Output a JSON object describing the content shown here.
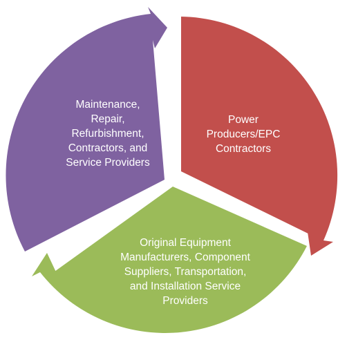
{
  "diagram": {
    "type": "cycle",
    "segments": [
      {
        "id": "purple",
        "color": "#7f62a0",
        "label": "Maintenance,\nRepair,\nRefurbishment,\nContractors, and\nService Providers"
      },
      {
        "id": "red",
        "color": "#c24f4c",
        "label": "Power\nProducers/EPC\nContractors"
      },
      {
        "id": "green",
        "color": "#9bbb59",
        "label": "Original Equipment\nManufacturers, Component\nSuppliers, Transportation,\nand Installation Service\nProviders"
      }
    ],
    "label_color": "#ffffff"
  }
}
